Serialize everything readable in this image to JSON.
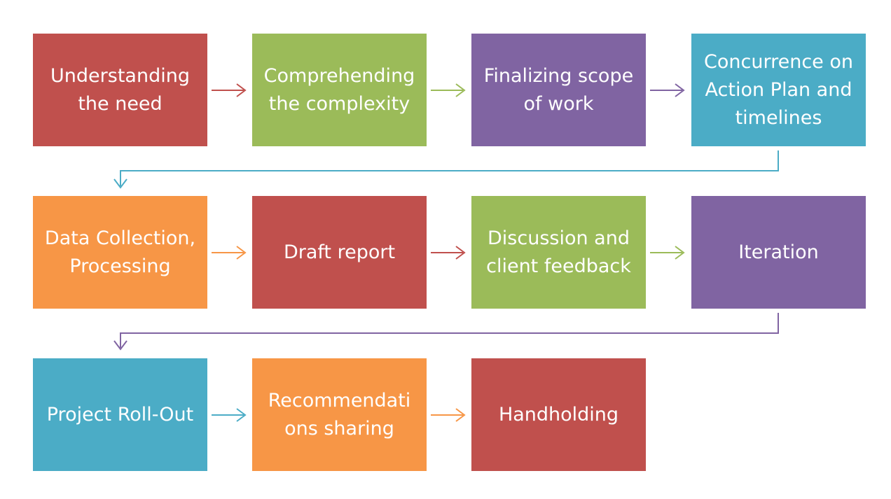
{
  "colors": {
    "red": "#C0504D",
    "green": "#9BBB59",
    "purple": "#8064A2",
    "teal": "#4BACC6",
    "orange": "#F79646"
  },
  "steps": [
    {
      "label": "Understanding\nthe need",
      "color": "red"
    },
    {
      "label": "Comprehending\nthe complexity",
      "color": "green"
    },
    {
      "label": "Finalizing scope\nof work",
      "color": "purple"
    },
    {
      "label": "Concurrence on\nAction Plan and\ntimelines",
      "color": "teal"
    },
    {
      "label": "Data Collection,\nProcessing",
      "color": "orange"
    },
    {
      "label": "Draft  report",
      "color": "red"
    },
    {
      "label": "Discussion and\nclient feedback",
      "color": "green"
    },
    {
      "label": "Iteration",
      "color": "purple"
    },
    {
      "label": "Project Roll-Out",
      "color": "teal"
    },
    {
      "label": "Recommendati\nons sharing",
      "color": "orange"
    },
    {
      "label": "Handholding",
      "color": "red"
    }
  ],
  "connectors": [
    {
      "from": 1,
      "to": 2,
      "color": "red"
    },
    {
      "from": 2,
      "to": 3,
      "color": "green"
    },
    {
      "from": 3,
      "to": 4,
      "color": "purple"
    },
    {
      "from": 4,
      "to": 5,
      "color": "teal"
    },
    {
      "from": 5,
      "to": 6,
      "color": "orange"
    },
    {
      "from": 6,
      "to": 7,
      "color": "red"
    },
    {
      "from": 7,
      "to": 8,
      "color": "green"
    },
    {
      "from": 8,
      "to": 9,
      "color": "purple"
    },
    {
      "from": 9,
      "to": 10,
      "color": "teal"
    },
    {
      "from": 10,
      "to": 11,
      "color": "orange"
    }
  ]
}
